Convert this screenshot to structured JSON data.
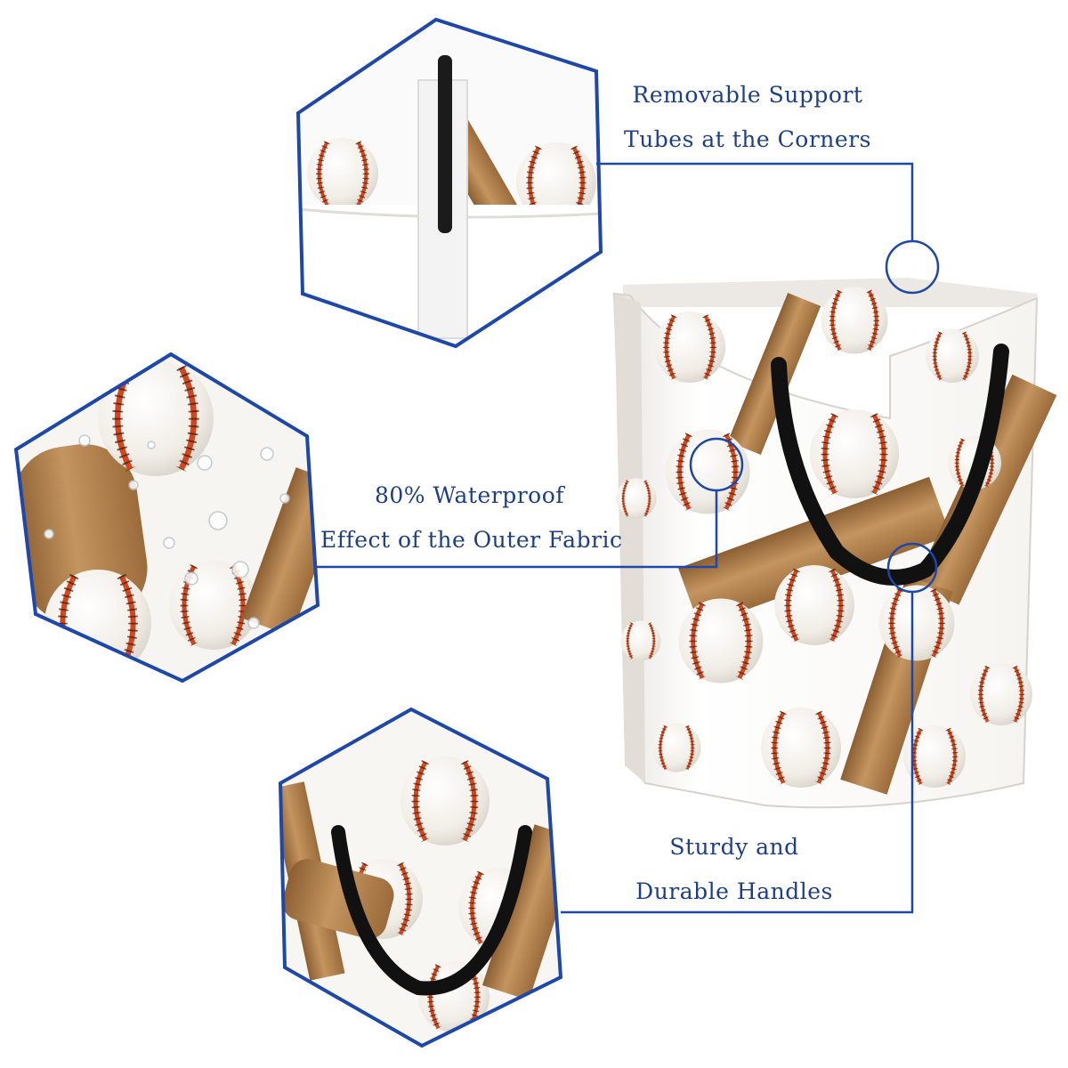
{
  "callouts": {
    "support_tubes": {
      "line1": "Removable Support",
      "line2": "Tubes at the Corners",
      "icon": "support-tube-closeup"
    },
    "waterproof": {
      "line1": "80% Waterproof",
      "line2": "Effect of the Outer Fabric",
      "icon": "water-droplets-closeup"
    },
    "handles": {
      "line1": "Sturdy and",
      "line2": "Durable Handles",
      "icon": "handle-closeup"
    }
  },
  "colors": {
    "frame_blue": "#1d47a8",
    "label_blue": "#1d3f87",
    "stitch_red": "#d4471c",
    "bat_brown": "#b3844f",
    "ball_white": "#f3f0ea",
    "handle_black": "#111111"
  },
  "product": {
    "icon": "baseball-laundry-basket"
  }
}
